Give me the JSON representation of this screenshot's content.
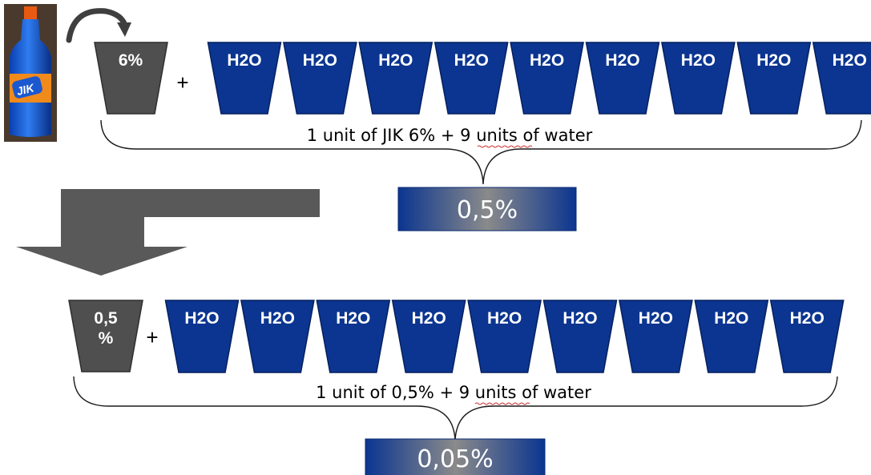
{
  "colors": {
    "water_cup": "#0b3590",
    "water_cup_edge": "#06205e",
    "solution_cup": "#4f4f4f",
    "arrow": "#595959",
    "result_center": "#8a8a8a"
  },
  "row1": {
    "solution_cup_label": "6%",
    "plus": "+",
    "water_cups": [
      "H2O",
      "H2O",
      "H2O",
      "H2O",
      "H2O",
      "H2O",
      "H2O",
      "H2O",
      "H2O"
    ],
    "caption": "1 unit of JIK 6% + 9 units of water",
    "result": "0,5%"
  },
  "row2": {
    "solution_cup_label_line1": "0,5",
    "solution_cup_label_line2": "%",
    "plus": "+",
    "water_cups": [
      "H2O",
      "H2O",
      "H2O",
      "H2O",
      "H2O",
      "H2O",
      "H2O",
      "H2O",
      "H2O"
    ],
    "caption": "1 unit of 0,5% + 9 units of water",
    "result": "0,05%"
  },
  "product": {
    "logo_text": "JIK",
    "icon": "bleach-bottle-icon"
  }
}
